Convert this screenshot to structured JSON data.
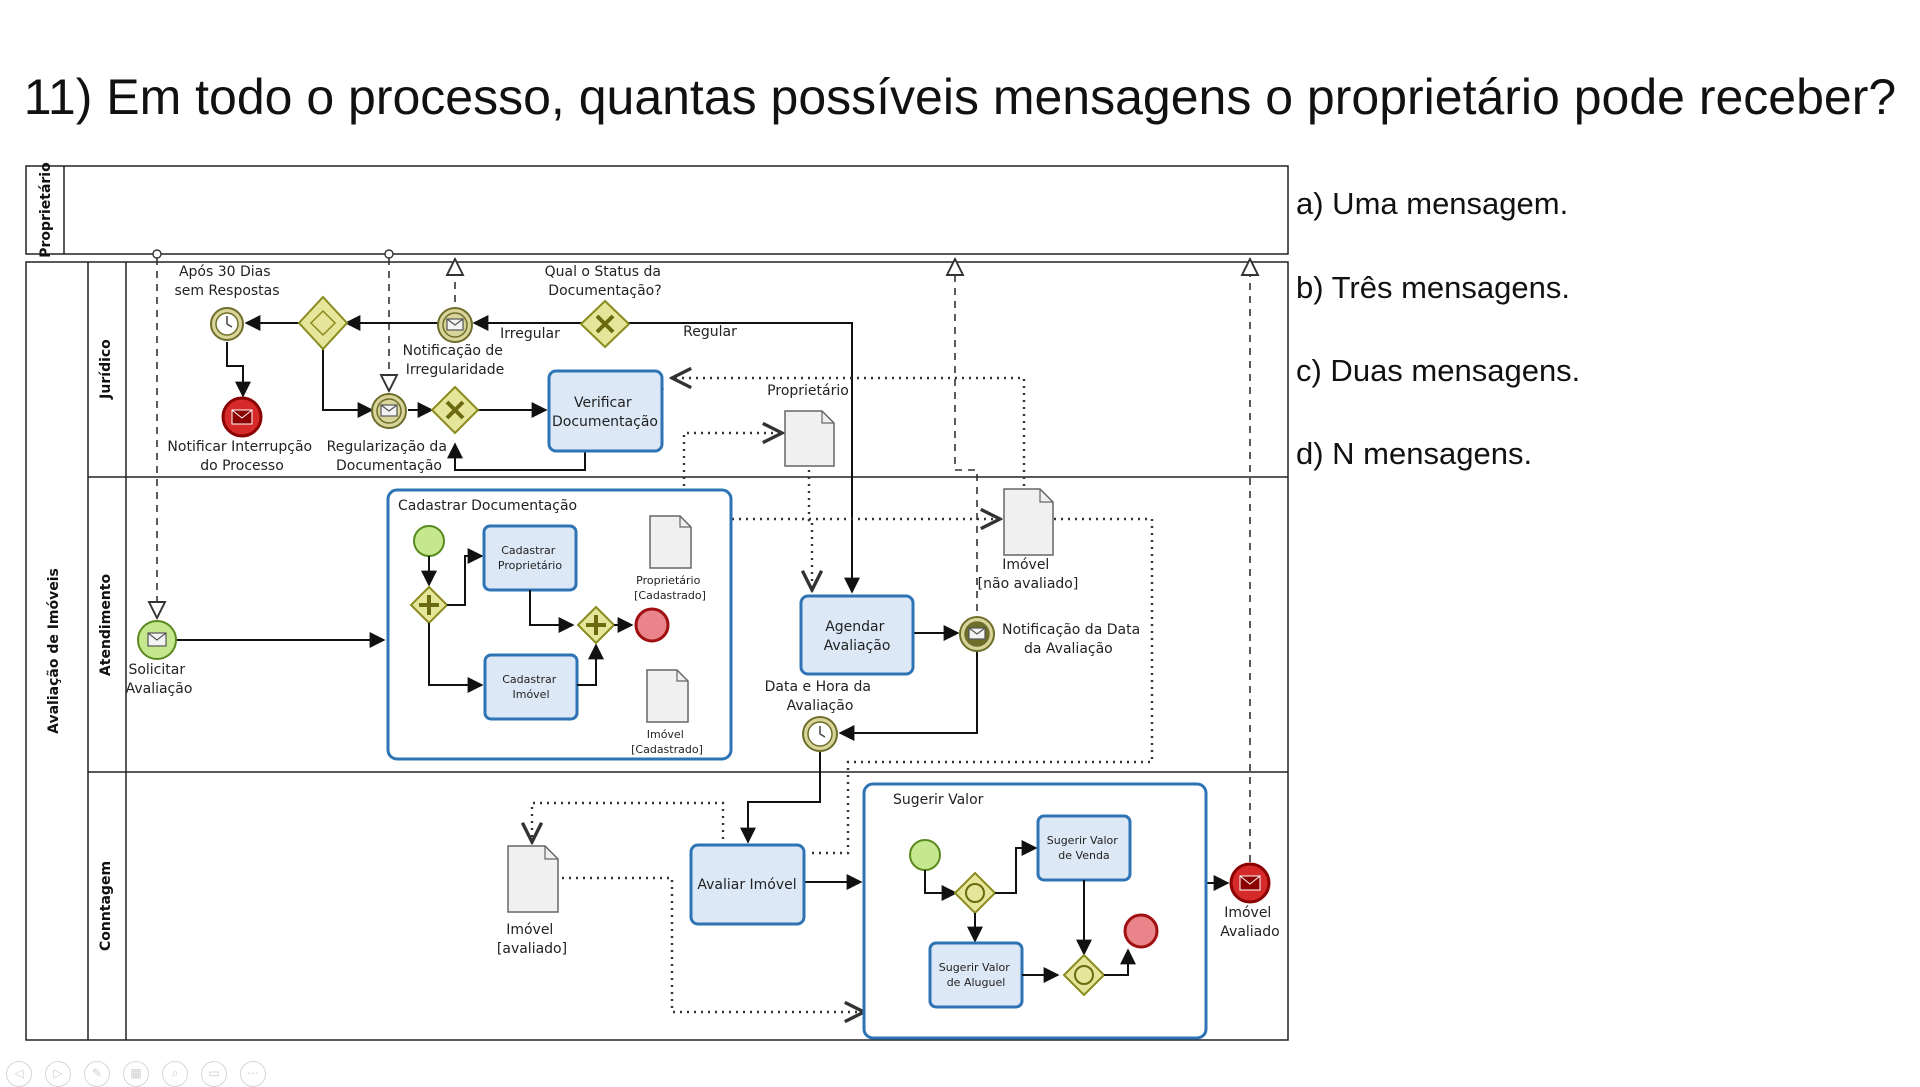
{
  "slide": {
    "question": "11) Em todo o processo, quantas possíveis mensagens o proprietário pode receber?",
    "options": [
      "a) Uma mensagem.",
      "b) Três mensagens.",
      "c) Duas mensagens.",
      "d) N mensagens."
    ]
  },
  "diagram": {
    "pools": {
      "proprietario": "Proprietário",
      "avaliacao": "Avaliação de Imóveis"
    },
    "lanes": {
      "juridico": "Jurídico",
      "atendimento": "Atendimento",
      "corretagem": "Conntagem"
    },
    "juridico": {
      "timer_label": [
        "Após 30 Dias",
        "sem Respostas"
      ],
      "notificar_label": [
        "Notificar Interrupção",
        "do Processo"
      ],
      "regularizacao_label": [
        "Regularização da",
        "Documentação"
      ],
      "notif_irreg_label": [
        "Notificação de",
        "Irregularidade"
      ],
      "gateway_label": [
        "Qual o Status da",
        "Documentação?"
      ],
      "irregular": "Irregular",
      "regular": "Regular",
      "verificar": [
        "Verificar",
        "Documentação"
      ],
      "doc_proprietario": "Proprietário"
    },
    "atendimento": {
      "solicitar_label": [
        "Solicitar",
        "Avaliação"
      ],
      "subprocess_title": "Cadastrar Documentação",
      "cad_proprietario": [
        "Cadastrar",
        "Proprietário"
      ],
      "cad_imovel": [
        "Cadastrar",
        "Imóvel"
      ],
      "doc_prop_cad": [
        "Proprietário",
        "[Cadastrado]"
      ],
      "doc_imovel_cad": [
        "Imóvel",
        "[Cadastrado]"
      ],
      "agendar": [
        "Agendar",
        "Avaliação"
      ],
      "notif_data_label": [
        "Notificação da Data",
        "da Avaliação"
      ],
      "doc_nao_avaliado": [
        "Imóvel",
        "[não avaliado]"
      ],
      "timer_data_label": [
        "Data e Hora da",
        "Avaliação"
      ]
    },
    "corretagem": {
      "doc_avaliado": [
        "Imóvel",
        "[avaliado]"
      ],
      "avaliar": "Avaliar Imóvel",
      "subprocess_title": "Sugerir Valor",
      "sugerir_venda": [
        "Sugerir Valor",
        "de Venda"
      ],
      "sugerir_aluguel": [
        "Sugerir Valor",
        "de Aluguel"
      ],
      "imovel_avaliado_label": [
        "Imóvel",
        "Avaliado"
      ]
    }
  },
  "player_controls": [
    "prev-icon",
    "play-icon",
    "pen-icon",
    "slides-icon",
    "zoom-icon",
    "subtitle-icon",
    "more-icon"
  ]
}
